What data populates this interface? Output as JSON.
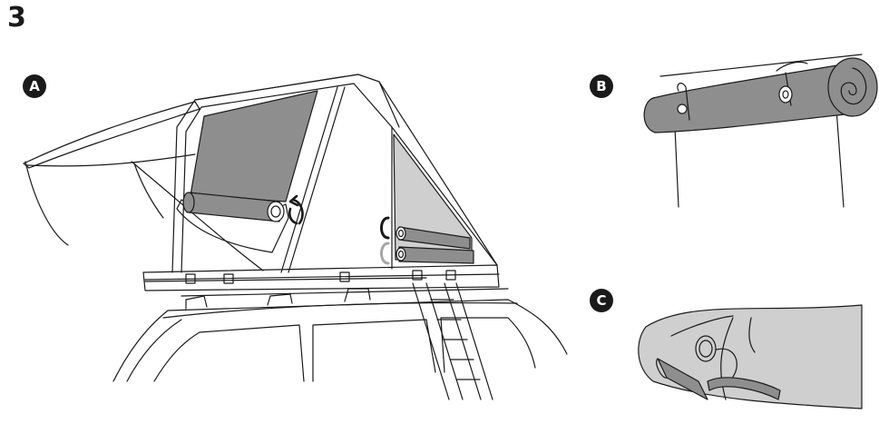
{
  "step": {
    "number": "3"
  },
  "panels": [
    {
      "label": "A"
    },
    {
      "label": "B"
    },
    {
      "label": "C"
    }
  ],
  "colors": {
    "outline": "#1a1a1a",
    "fabric_dark": "#8e8e8e",
    "fabric_light": "#cfcfcf",
    "fabric_hint": "#a6a6a6",
    "badge": "#1a1a1a"
  },
  "icons": {
    "roll_up_arrow": "curved-arrow-icon",
    "fasten_clip": "c-clip-icon"
  }
}
